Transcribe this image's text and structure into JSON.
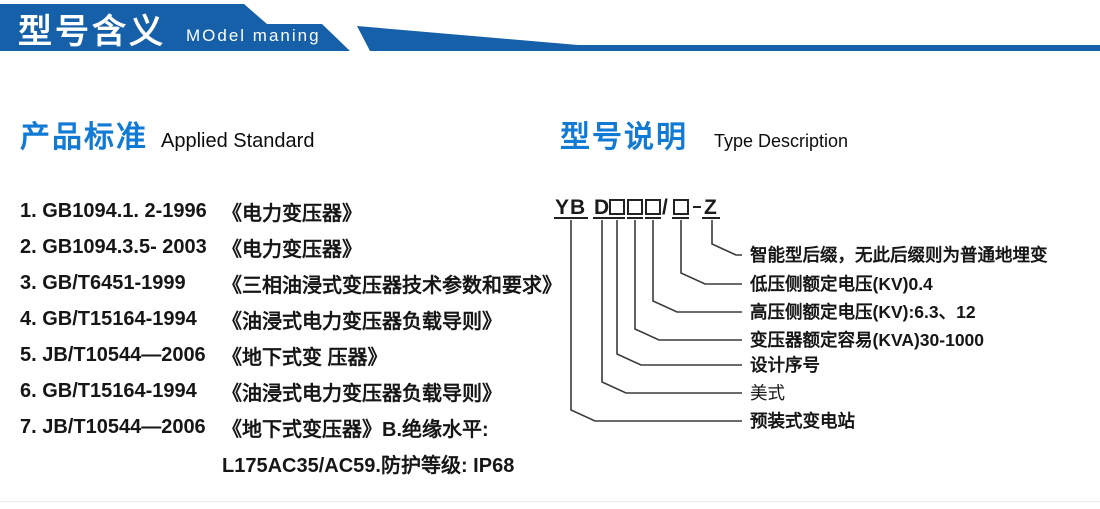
{
  "page": {
    "header": {
      "title_zh": "型号含义",
      "title_en": "MOdel maning"
    },
    "colors": {
      "header_blue": "#1560a8",
      "heading_blue": "#117ad5",
      "text_dark": "#161616",
      "line_dark": "#3a3a3a"
    },
    "left_section": {
      "heading_zh": "产品标准",
      "heading_en": "Applied Standard",
      "standards": [
        {
          "code": "1. GB1094.1. 2-1996",
          "title": "《电力变压器》"
        },
        {
          "code": "2. GB1094.3.5- 2003",
          "title": "《电力变压器》"
        },
        {
          "code": "3. GB/T6451-1999",
          "title": "《三相油浸式变压器技术参数和要求》"
        },
        {
          "code": "4. GB/T15164-1994",
          "title": "《油浸式电力变压器负载导则》"
        },
        {
          "code": "5. JB/T10544—2006",
          "title": "《地下式变 压器》"
        },
        {
          "code": "6. GB/T15164-1994",
          "title": "《油浸式电力变压器负载导则》"
        },
        {
          "code": "7. JB/T10544—2006",
          "title": "《地下式变压器》B.绝缘水平:"
        },
        {
          "code": "",
          "title": "L175AC35/AC59.防护等级: IP68"
        }
      ]
    },
    "right_section": {
      "heading_zh": "型号说明",
      "heading_en": "Type Description",
      "model_code": {
        "prefix": "YB",
        "type_letter": "D",
        "slash": "/",
        "suffix": "Z"
      },
      "labels": [
        "智能型后缀，无此后缀则为普通地埋变",
        "低压侧额定电压(KV)0.4",
        "高压侧额定电压(KV):6.3、12",
        "变压器额定容易(KVA)30-1000",
        "设计序号",
        "美式",
        "预装式变电站"
      ]
    }
  }
}
